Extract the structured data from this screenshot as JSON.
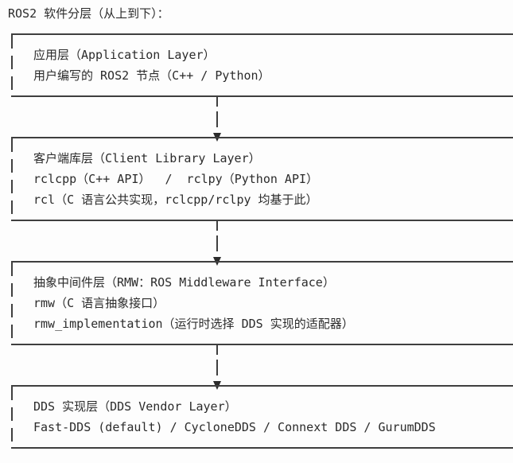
{
  "page": {
    "background_color": "#fdfdfd",
    "text_color": "#2b2b2b",
    "line_color": "#3f3f3f"
  },
  "title": "ROS2 软件分层（从上到下）：",
  "diagram": {
    "type": "layer-stack",
    "connector_glyph": "▼",
    "boxes": [
      {
        "id": "application-layer",
        "lines": [
          "应用层（Application Layer）",
          "用户编写的 ROS2 节点（C++ / Python）"
        ]
      },
      {
        "id": "client-library-layer",
        "lines": [
          "客户端库层（Client Library Layer）",
          "rclcpp（C++ API）  /  rclpy（Python API）",
          "rcl（C 语言公共实现，rclcpp/rclpy 均基于此）"
        ]
      },
      {
        "id": "rmw-abstraction-layer",
        "lines": [
          "抽象中间件层（RMW：ROS Middleware Interface）",
          "rmw（C 语言抽象接口）",
          "rmw_implementation（运行时选择 DDS 实现的适配器）"
        ]
      },
      {
        "id": "dds-vendor-layer",
        "lines": [
          "DDS 实现层（DDS Vendor Layer）",
          "Fast-DDS (default) / CycloneDDS / Connext DDS / GurumDDS"
        ]
      }
    ]
  }
}
